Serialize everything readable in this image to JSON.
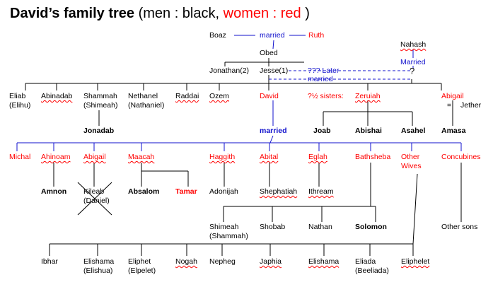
{
  "title": {
    "bold": "David’s family tree",
    "open": " (",
    "men": "men : black,",
    "women": "women : red",
    "close": " )"
  },
  "colors": {
    "men": "#000000",
    "women": "#ff0000",
    "marriage": "#1010cc"
  },
  "people": {
    "boaz": "Boaz",
    "ruth": "Ruth",
    "married_top": "married",
    "obed": "Obed",
    "nahash": "Nahash",
    "married_nahash": "Married",
    "question": "?",
    "jonathan2": "Jonathan(2)",
    "jesse": "Jesse(1)",
    "later_married": "??? Later\nmarried",
    "eliab": "Eliab\n(Elihu)",
    "abinadab": "Abinadab",
    "shammah": "Shammah\n(Shimeah)",
    "nethanel": "Nethanel\n(Nathaniel)",
    "raddai": "Raddai",
    "ozem": "Ozem",
    "david": "David",
    "half_sisters": "?½ sisters:",
    "zeruiah": "Zeruiah",
    "abigail_sister": "Abigail",
    "equals": "=",
    "jether": "Jether",
    "jonadab": "Jonadab",
    "married_david": "married",
    "joab": "Joab",
    "abishai": "Abishai",
    "asahel": "Asahel",
    "amasa": "Amasa",
    "michal": "Michal",
    "ahinoam": "Ahinoam",
    "abigail_wife": "Abigail",
    "maacah": "Maacah",
    "haggith": "Haggith",
    "abital": "Abital",
    "eglah": "Eglah",
    "bathsheba": "Bathsheba",
    "other_wives": "Other\nWives",
    "concubines": "Concubines",
    "amnon": "Amnon",
    "kileab": "Kileab\n(Daniel)",
    "absalom": "Absalom",
    "tamar": "Tamar",
    "adonijah": "Adonijah",
    "shephatiah": "Shephatiah",
    "ithream": "Ithream",
    "shimeah": "Shimeah\n(Shammah)",
    "shobab": "Shobab",
    "nathan": "Nathan",
    "solomon": "Solomon",
    "other_sons": "Other sons",
    "ibhar": "Ibhar",
    "elishama1": "Elishama\n(Elishua)",
    "eliphet": "Eliphet\n(Elpelet)",
    "nogah": "Nogah",
    "nepheg": "Nepheg",
    "japhia": "Japhia",
    "elishama2": "Elishama",
    "eliada": "Eliada\n(Beeliada)",
    "eliphelet": "Eliphelet"
  }
}
